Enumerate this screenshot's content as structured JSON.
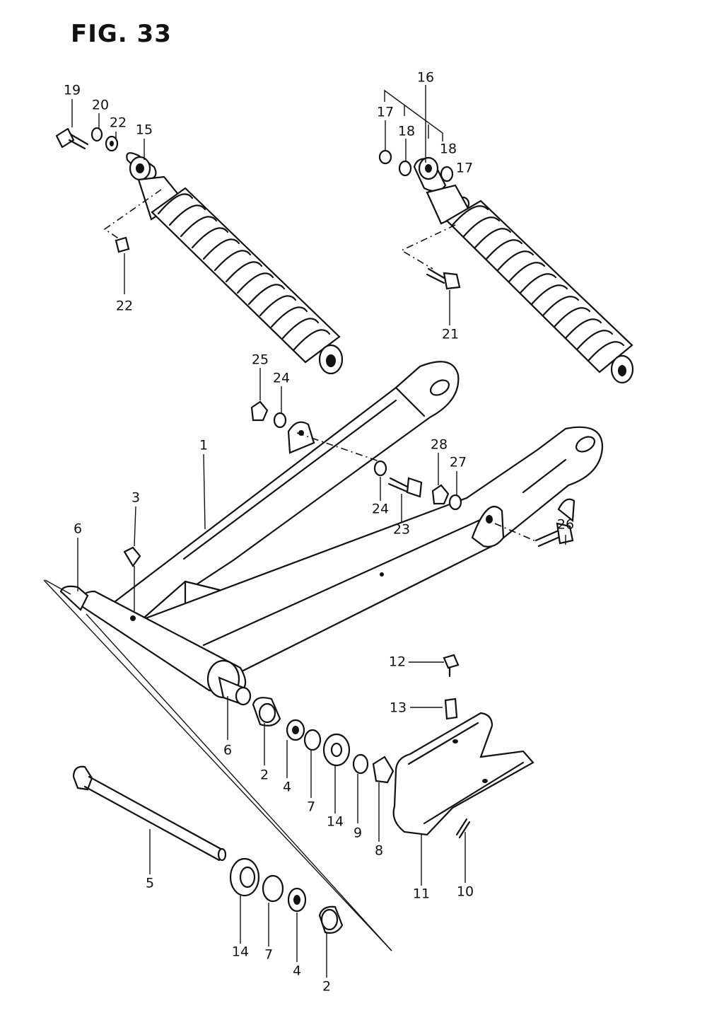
{
  "figure": {
    "title": "FIG. 33"
  },
  "callouts": {
    "c1": "1",
    "c2a": "2",
    "c2b": "2",
    "c3": "3",
    "c4a": "4",
    "c4b": "4",
    "c5": "5",
    "c6a": "6",
    "c6b": "6",
    "c7a": "7",
    "c7b": "7",
    "c8": "8",
    "c9": "9",
    "c10": "10",
    "c11": "11",
    "c12": "12",
    "c13": "13",
    "c14a": "14",
    "c14b": "14",
    "c15": "15",
    "c16": "16",
    "c17a": "17",
    "c17b": "17",
    "c18a": "18",
    "c18b": "18",
    "c19": "19",
    "c20": "20",
    "c21": "21",
    "c22a": "22",
    "c22b": "22",
    "c23": "23",
    "c24a": "24",
    "c24b": "24",
    "c25": "25",
    "c26": "26",
    "c27": "27",
    "c28": "28"
  }
}
